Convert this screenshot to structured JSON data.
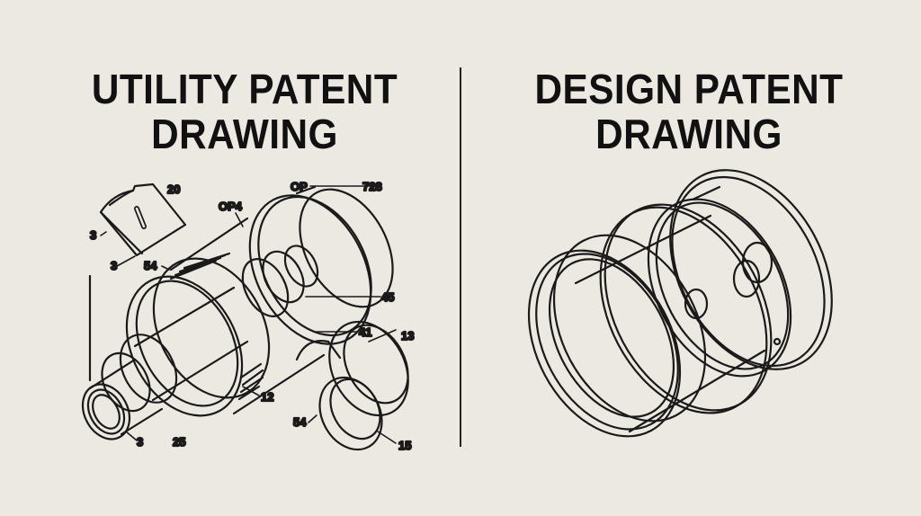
{
  "background_color": "#ece9e3",
  "line_color": "#1a1a1a",
  "panels": [
    {
      "title_line1": "UTILITY PATENT",
      "title_line2": "DRAWING",
      "drawing": "exploded isometric view of cylindrical mechanical assembly with reference numerals",
      "reference_labels": [
        "20",
        "3",
        "3",
        "54",
        "OP4",
        "OP",
        "728",
        "45",
        "41",
        "13",
        "12",
        "54",
        "3",
        "25",
        "15"
      ]
    },
    {
      "title_line1": "DESIGN PATENT",
      "title_line2": "DRAWING",
      "drawing": "isometric line drawing of cylindrical cage housing, no reference numerals"
    }
  ]
}
